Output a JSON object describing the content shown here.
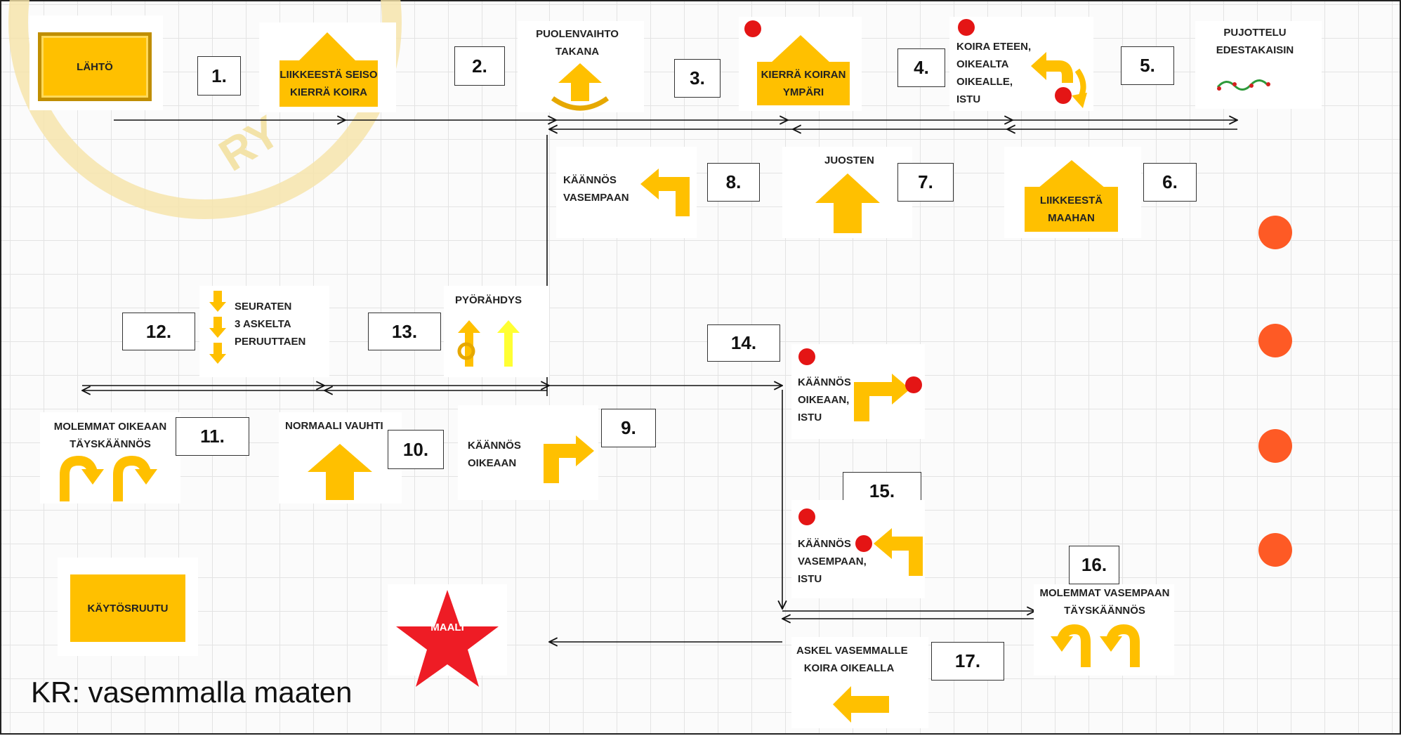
{
  "watermark": {
    "text": "RY"
  },
  "start": {
    "label": "LÄHTÖ"
  },
  "behavior_square": {
    "label": "KÄYTÖSRUUTU"
  },
  "finish": {
    "label": "MAALI"
  },
  "note": "KR: vasemmalla maaten",
  "stations": [
    {
      "number": "1.",
      "text": [
        "LIIKKEESTÄ SEISO",
        "KIERRÄ KOIRA"
      ],
      "icon": "straight-arrow-icon"
    },
    {
      "number": "2.",
      "text": [
        "PUOLENVAIHTO",
        "TAKANA"
      ],
      "icon": "side-change-arrow-icon"
    },
    {
      "number": "3.",
      "text": [
        "KIERRÄ KOIRAN",
        "YMPÄRI"
      ],
      "icon": "straight-arrow-icon"
    },
    {
      "number": "4.",
      "text": [
        "KOIRA ETEEN,",
        "OIKEALTA",
        "OIKEALLE,",
        "ISTU"
      ],
      "icon": "front-right-arrow-icon"
    },
    {
      "number": "5.",
      "text": [
        "PUJOTTELU",
        "EDESTAKAISIN"
      ],
      "icon": "slalom-icon"
    },
    {
      "number": "6.",
      "text": [
        "LIIKKEESTÄ",
        "MAAHAN"
      ],
      "icon": "straight-arrow-icon"
    },
    {
      "number": "7.",
      "text": [
        "JUOSTEN"
      ],
      "icon": "straight-arrow-icon"
    },
    {
      "number": "8.",
      "text": [
        "KÄÄNNÖS",
        "VASEMPAAN"
      ],
      "icon": "left-turn-arrow-icon"
    },
    {
      "number": "9.",
      "text": [
        "KÄÄNNÖS",
        "OIKEAAN"
      ],
      "icon": "right-turn-arrow-icon"
    },
    {
      "number": "10.",
      "text": [
        "NORMAALI VAUHTI"
      ],
      "icon": "straight-arrow-icon"
    },
    {
      "number": "11.",
      "text": [
        "MOLEMMAT OIKEAAN",
        "TÄYSKÄÄNNÖS"
      ],
      "icon": "u-turn-right-icon"
    },
    {
      "number": "12.",
      "text": [
        "SEURATEN",
        "3 ASKELTA",
        "PERUUTTAEN"
      ],
      "icon": "down-arrows-icon"
    },
    {
      "number": "13.",
      "text": [
        "PYÖRÄHDYS"
      ],
      "icon": "spin-icon"
    },
    {
      "number": "14.",
      "text": [
        "KÄÄNNÖS",
        "OIKEAAN,",
        "ISTU"
      ],
      "icon": "right-turn-arrow-icon"
    },
    {
      "number": "15.",
      "text": [
        "KÄÄNNÖS",
        "VASEMPAAN,",
        "ISTU"
      ],
      "icon": "left-turn-arrow-icon"
    },
    {
      "number": "16.",
      "text": [
        "MOLEMMAT VASEMPAAN",
        "TÄYSKÄÄNNÖS"
      ],
      "icon": "u-turn-left-icon"
    },
    {
      "number": "17.",
      "text": [
        "ASKEL VASEMMALLE",
        "KOIRA OIKEALLA"
      ],
      "icon": "left-arrow-icon"
    }
  ],
  "colors": {
    "sign": "#ffc000",
    "stop": "#e41515",
    "marker": "#fe5a25",
    "finish_star": "#ee1c25"
  }
}
